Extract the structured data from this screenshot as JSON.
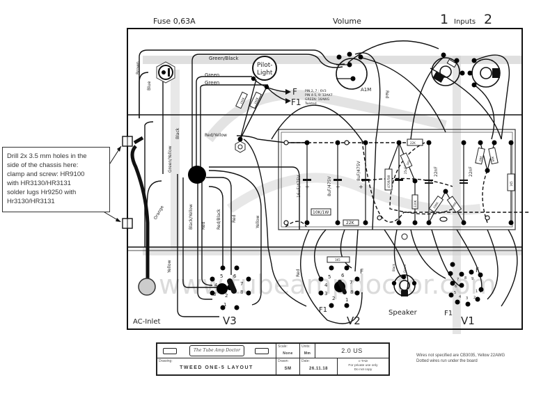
{
  "title_labels": {
    "fuse": "Fuse 0,63A",
    "volume": "Volume",
    "inputs": "Inputs",
    "input_1": "1",
    "input_2": "2",
    "ac_inlet": "AC-Inlet",
    "speaker": "Speaker",
    "v1": "V1",
    "v2": "V2",
    "v3": "V3",
    "pot_value": "A1M",
    "pilot_light": "Pilot-\nLight",
    "pilot_line1": "Pilot-",
    "pilot_line2": "Light",
    "heater_f": "F",
    "heater_f1": "F1",
    "watermark_url": "www.tubeampdoctor.com"
  },
  "heater_note": [
    "PIN 2, 7  :  6V3",
    "PIN 4-5, 9: 12AX7",
    "GREEN: 16AWG",
    "Twisted"
  ],
  "wire_labels": {
    "brown": "Brown",
    "blue": "Blue",
    "green_black": "Green/Black",
    "green1": "Green",
    "green2": "Green",
    "red_yellow": "Red/Yellow",
    "green_yellow": "Green/Yellow",
    "black": "Black",
    "orange": "Orange",
    "black_yellow": "Black/Yellow",
    "red1": "Red",
    "red_black": "Red/Black",
    "red2": "Red",
    "yellow": "Yellow",
    "yellow_left": "Yellow",
    "red_pot": "Red",
    "red_v2": "Red",
    "spk_black": "Black",
    "spk_green": "Green"
  },
  "board_components": {
    "c1": "16uF/475V",
    "c2": "8uF/475V",
    "c3": "8uF/475V",
    "r_10k": "10K/1W",
    "r_22k": "22K",
    "r_470r": "470R/5W",
    "c_cathode": "25uF/25V",
    "r_feedback": "22K",
    "r_1k5": "1K5",
    "r_100k_top": "100K",
    "c_22nf_1": "22nF",
    "c_22nf_2": "22nF",
    "r_220k": "220K",
    "r_100k_plate": "100K",
    "r_68k_1": "68K",
    "r_68k_2": "68K",
    "r_1k5_v1": "1K5",
    "r_1m": "1M",
    "r_1k5_v2": "1K5",
    "r_bulb1": "100K",
    "r_bulb2": "100K"
  },
  "tube_pins": {
    "v3": [
      "1",
      "2",
      "3",
      "4",
      "5",
      "6",
      "7",
      "8"
    ],
    "v2": [
      "1",
      "2",
      "3",
      "4",
      "5",
      "6",
      "7",
      "8"
    ],
    "v1": [
      "1",
      "2",
      "3",
      "4",
      "5",
      "6",
      "7",
      "8",
      "9"
    ]
  },
  "drill_note": [
    "Drill 2x 3.5 mm holes in the",
    " side of the chassis here:",
    "clamp and screw: HR9100",
    "with HR3130/HR3131",
    "solder lugs Hr9250 with",
    "Hr3130/HR3131"
  ],
  "title_block": {
    "logo_text": "The Tube Amp Doctor",
    "scale_label": "Scale:",
    "scale_value": "None",
    "units_label": "Units:",
    "units_value": "Mm",
    "version": "2.0 US",
    "drawing_label": "Drawing:",
    "drawing_value": "Tweed One-5 Layout",
    "drawn_label": "Drawn:",
    "drawn_value": "SM",
    "date_label": "Date:",
    "date_value": "26.11.18",
    "copyright_lines": [
      "c-TAD",
      "For private use only",
      "Do not copy"
    ]
  },
  "footnotes": [
    "Wires not specified are  CB3035, Yellow 22AWG",
    "Dotted wires run under the board"
  ]
}
